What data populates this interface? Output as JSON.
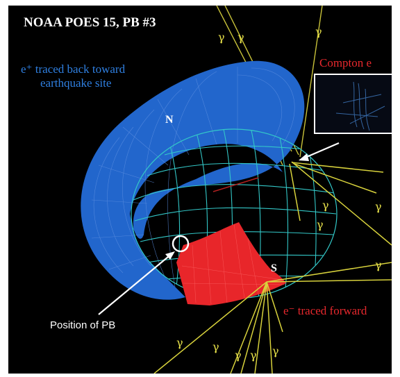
{
  "title": "NOAA POES 15,  PB #3",
  "labels": {
    "positron_back": [
      "e⁺ traced back toward",
      "earthquake site"
    ],
    "compton": "Compton e",
    "electron_forward": "e⁻ traced forward",
    "position_pb": "Position of PB",
    "north": "N",
    "south": "S"
  },
  "gamma_symbol": "γ",
  "colors": {
    "background": "#000000",
    "positron_band": "#2266cc",
    "electron_band": "#e8262a",
    "mesh": "#33c8c8",
    "gamma_rays": "#e8e24a",
    "text_blue": "#2f7fe0",
    "text_red": "#e8282d"
  },
  "icons": [
    "pb-position-circle-icon",
    "pointer-arrow-icon",
    "inset-photo-icon"
  ]
}
